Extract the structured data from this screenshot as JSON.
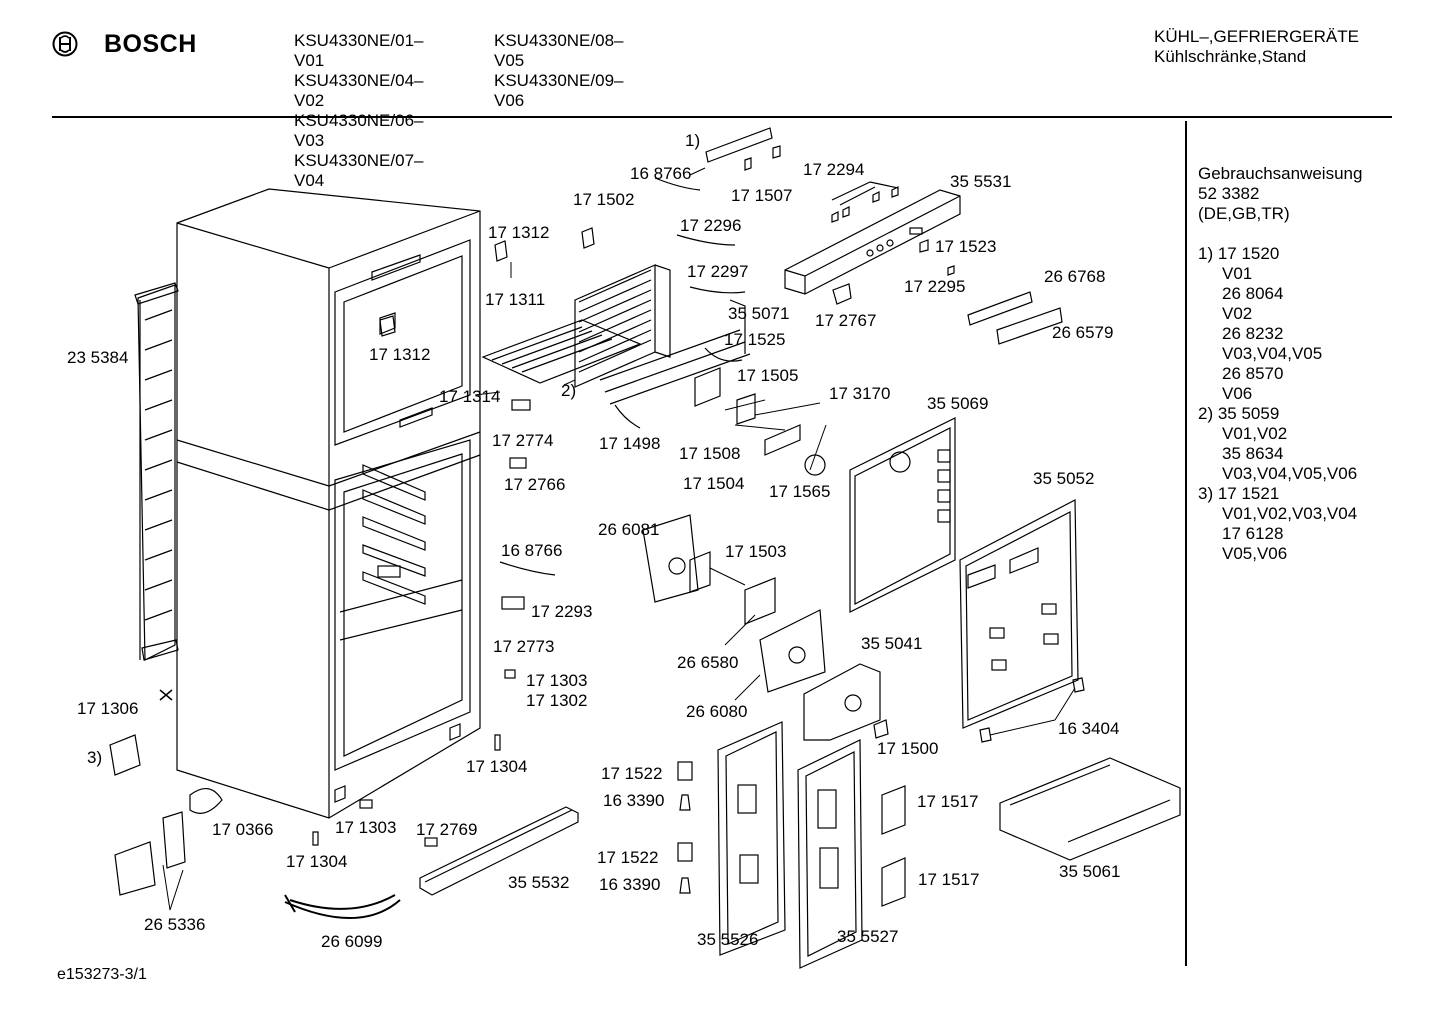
{
  "header": {
    "brand": "BOSCH",
    "models": [
      "KSU4330NE/01–V01",
      "KSU4330NE/04–V02",
      "KSU4330NE/06–V03",
      "KSU4330NE/07–V04",
      "KSU4330NE/08–V05",
      "KSU4330NE/09–V06"
    ],
    "category": [
      "KÜHL–,GEFRIERGERÄTE",
      "Kühlschränke,Stand"
    ]
  },
  "notes": {
    "manual_title": "Gebrauchsanweisung",
    "manual_number": "52 3382",
    "manual_languages": "(DE,GB,TR)",
    "variants": [
      {
        "marker": "1)",
        "lines": [
          "17 1520",
          "V01",
          "26 8064",
          "V02",
          "26 8232",
          "V03,V04,V05",
          "26 8570",
          "V06"
        ]
      },
      {
        "marker": "2)",
        "lines": [
          "35 5059",
          "V01,V02",
          "35 8634",
          "V03,V04,V05,V06"
        ]
      },
      {
        "marker": "3)",
        "lines": [
          "17 1521",
          "V01,V02,V03,V04",
          "17 6128",
          "V05,V06"
        ]
      }
    ]
  },
  "part_labels": [
    {
      "id": "p1",
      "text": "1)"
    },
    {
      "id": "p2",
      "text": "16 8766"
    },
    {
      "id": "p3",
      "text": "17 1507"
    },
    {
      "id": "p4",
      "text": "17 2294"
    },
    {
      "id": "p5",
      "text": "35 5531"
    },
    {
      "id": "p6",
      "text": "17 1502"
    },
    {
      "id": "p7",
      "text": "17 2296"
    },
    {
      "id": "p8",
      "text": "17 1312"
    },
    {
      "id": "p9",
      "text": "17 1523"
    },
    {
      "id": "p10",
      "text": "17 2297"
    },
    {
      "id": "p11",
      "text": "17 2295"
    },
    {
      "id": "p12",
      "text": "26 6768"
    },
    {
      "id": "p13",
      "text": "17 1311"
    },
    {
      "id": "p14",
      "text": "35 5071"
    },
    {
      "id": "p15",
      "text": "17 2767"
    },
    {
      "id": "p16",
      "text": "26 6579"
    },
    {
      "id": "p17",
      "text": "17 1312"
    },
    {
      "id": "p18",
      "text": "17 1525"
    },
    {
      "id": "p19",
      "text": "23 5384"
    },
    {
      "id": "p20",
      "text": "17 1505"
    },
    {
      "id": "p21",
      "text": "2)"
    },
    {
      "id": "p22",
      "text": "17 1314"
    },
    {
      "id": "p23",
      "text": "17 3170"
    },
    {
      "id": "p24",
      "text": "35 5069"
    },
    {
      "id": "p25",
      "text": "17 2774"
    },
    {
      "id": "p26",
      "text": "17 1498"
    },
    {
      "id": "p27",
      "text": "17 1508"
    },
    {
      "id": "p28",
      "text": "17 2766"
    },
    {
      "id": "p29",
      "text": "17 1504"
    },
    {
      "id": "p30",
      "text": "17 1565"
    },
    {
      "id": "p31",
      "text": "35 5052"
    },
    {
      "id": "p32",
      "text": "26 6081"
    },
    {
      "id": "p33",
      "text": "17 1503"
    },
    {
      "id": "p34",
      "text": "16 8766"
    },
    {
      "id": "p35",
      "text": "17 2293"
    },
    {
      "id": "p36",
      "text": "35 5041"
    },
    {
      "id": "p37",
      "text": "17 2773"
    },
    {
      "id": "p38",
      "text": "26 6580"
    },
    {
      "id": "p39",
      "text": "17 1303"
    },
    {
      "id": "p40",
      "text": "17 1302"
    },
    {
      "id": "p41",
      "text": "26 6080"
    },
    {
      "id": "p42",
      "text": "17 1306"
    },
    {
      "id": "p43",
      "text": "16 3404"
    },
    {
      "id": "p44",
      "text": "17 1500"
    },
    {
      "id": "p45",
      "text": "3)"
    },
    {
      "id": "p46",
      "text": "17 1304"
    },
    {
      "id": "p47",
      "text": "17 1522"
    },
    {
      "id": "p48",
      "text": "16 3390"
    },
    {
      "id": "p49",
      "text": "17 1517"
    },
    {
      "id": "p50",
      "text": "17 0366"
    },
    {
      "id": "p51",
      "text": "17 1303"
    },
    {
      "id": "p52",
      "text": "17 2769"
    },
    {
      "id": "p53",
      "text": "17 1304"
    },
    {
      "id": "p54",
      "text": "17 1522"
    },
    {
      "id": "p55",
      "text": "16 3390"
    },
    {
      "id": "p56",
      "text": "17 1517"
    },
    {
      "id": "p57",
      "text": "35 5532"
    },
    {
      "id": "p58",
      "text": "35 5061"
    },
    {
      "id": "p59",
      "text": "26 5336"
    },
    {
      "id": "p60",
      "text": "35 5526"
    },
    {
      "id": "p61",
      "text": "35 5527"
    },
    {
      "id": "p62",
      "text": "26 6099"
    }
  ],
  "footer": {
    "drawing_id": "e153273-3/1"
  }
}
